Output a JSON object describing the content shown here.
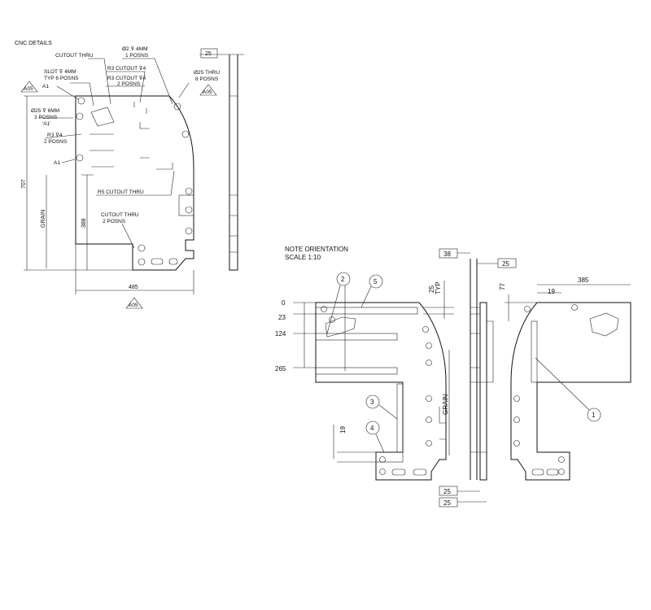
{
  "title": "CNC DETAILS",
  "left_view": {
    "notes": {
      "cutout_thru": "CUTOUT THRU",
      "hole_2_line1": "Ø2 ⊽ 4MM",
      "hole_2_line2": "1 POSNS",
      "r3_cutout_a": "R3 CUTOUT ⊽4",
      "r3_cutout_b_line1": "R3 CUTOUT ⊽4",
      "r3_cutout_b_line2": "2 POSNS",
      "slot_line1": "SLOT ⊽ 4MM",
      "slot_line2": "TYP 6 POSNS",
      "hole_25_thru_line1": "Ø25 THRU",
      "hole_25_thru_line2": "8 POSNS",
      "hole_25_6_line1": "Ø25 ⊽ 6MM",
      "hole_25_6_line2": "3 POSNS",
      "hole_25_6_line3": "'A1'",
      "r3_4_line1": "R3 ⊽4",
      "r3_4_line2": "2 POSNS",
      "r5_cutout": "R5 CUTOUT THRU",
      "cutout_thru_2_line1": "CUTOUT THRU",
      "cutout_thru_2_line2": "2 POSNS"
    },
    "ref_a1": "A1",
    "ref_a1_lower": "A1",
    "section_tag_left": "A05",
    "section_tag_right": "A05",
    "section_tag_bottom": "A05",
    "dim_height": "707",
    "dim_width": "485",
    "dim_388": "388",
    "grain": "GRAIN",
    "dim_thickness": "25"
  },
  "right_view": {
    "note_line1": "NOTE ORIENTATION",
    "note_line2": "SCALE 1:10",
    "dim_0": "0",
    "dim_23": "23",
    "dim_124": "124",
    "dim_265": "265",
    "dim_25_typ_1": "25",
    "dim_25_typ_2": "TYP",
    "dim_38": "38",
    "dim_25_top": "25",
    "dim_77": "77",
    "dim_19_top": "19",
    "dim_385": "385",
    "dim_19_left": "19",
    "dim_25_bottom_1": "25",
    "dim_25_bottom_2": "25",
    "grain": "GRAIN",
    "balloons": [
      "1",
      "2",
      "3",
      "4",
      "5"
    ]
  }
}
